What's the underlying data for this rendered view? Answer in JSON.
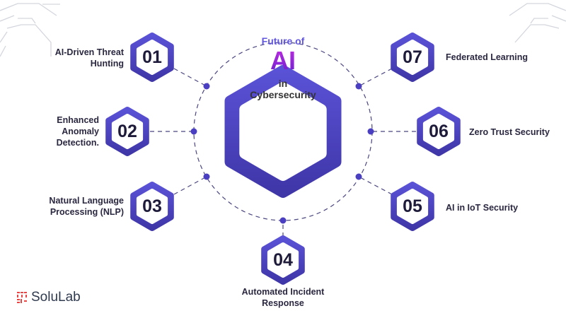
{
  "title": {
    "line1": "Future of",
    "ai": "AI",
    "line3": "in",
    "line4": "Cybersecurity"
  },
  "items": [
    {
      "number": "01",
      "label": "AI-Driven Threat Hunting"
    },
    {
      "number": "02",
      "label": "Enhanced Anomaly Detection."
    },
    {
      "number": "03",
      "label": "Natural Language Processing (NLP)"
    },
    {
      "number": "04",
      "label": "Automated Incident Response"
    },
    {
      "number": "05",
      "label": "AI in IoT Security"
    },
    {
      "number": "06",
      "label": "Zero Trust Security"
    },
    {
      "number": "07",
      "label": "Federated Learning"
    }
  ],
  "brand": {
    "name": "SoluLab"
  },
  "colors": {
    "primary": "#4f46c8",
    "ai_gradient": [
      "#c02de0",
      "#6a1fd0"
    ],
    "title": "#6257e0",
    "logo": "#e84545"
  }
}
